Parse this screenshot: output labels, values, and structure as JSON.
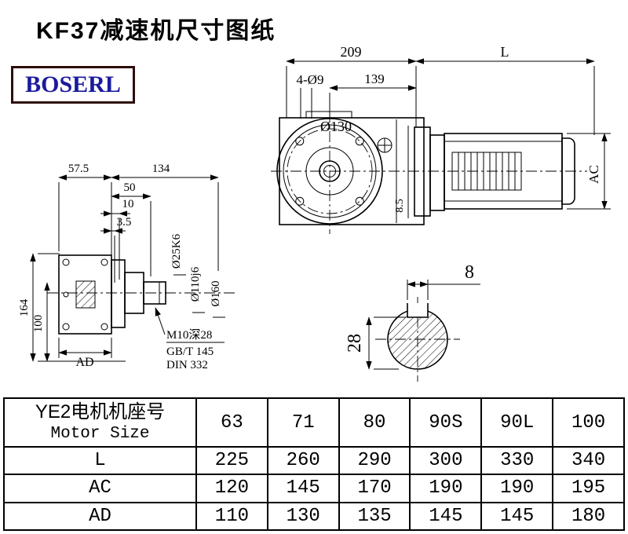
{
  "title": "KF37减速机尺寸图纸",
  "logo": {
    "text": "BOSERL"
  },
  "front_view": {
    "dim_209": "209",
    "dim_l": "L",
    "dim_4xd9": "4-Ø9",
    "dim_139": "139",
    "dim_d130": "Ø130",
    "dim_8_5": "8.5",
    "dim_ac": "AC"
  },
  "side_view": {
    "dim_57_5": "57.5",
    "dim_134": "134",
    "dim_50": "50",
    "dim_10": "10",
    "dim_3_5": "3.5",
    "dim_164": "164",
    "dim_100": "100",
    "dim_ad": "AD",
    "dim_d25k6": "Ø25K6",
    "dim_d110j6": "Ø110j6",
    "dim_d160": "Ø160",
    "note_thread": "M10深28",
    "note_gbt": "GB/T 145",
    "note_din": "DIN 332"
  },
  "key_section": {
    "dim_8": "8",
    "dim_28": "28"
  },
  "table": {
    "header_cn": "YE2电机机座号",
    "header_en": "Motor Size",
    "motor_sizes": [
      "63",
      "71",
      "80",
      "90S",
      "90L",
      "100"
    ],
    "rows": [
      {
        "label": "L",
        "values": [
          "225",
          "260",
          "290",
          "300",
          "330",
          "340"
        ]
      },
      {
        "label": "AC",
        "values": [
          "120",
          "145",
          "170",
          "190",
          "190",
          "195"
        ]
      },
      {
        "label": "AD",
        "values": [
          "110",
          "130",
          "135",
          "145",
          "145",
          "180"
        ]
      }
    ]
  }
}
